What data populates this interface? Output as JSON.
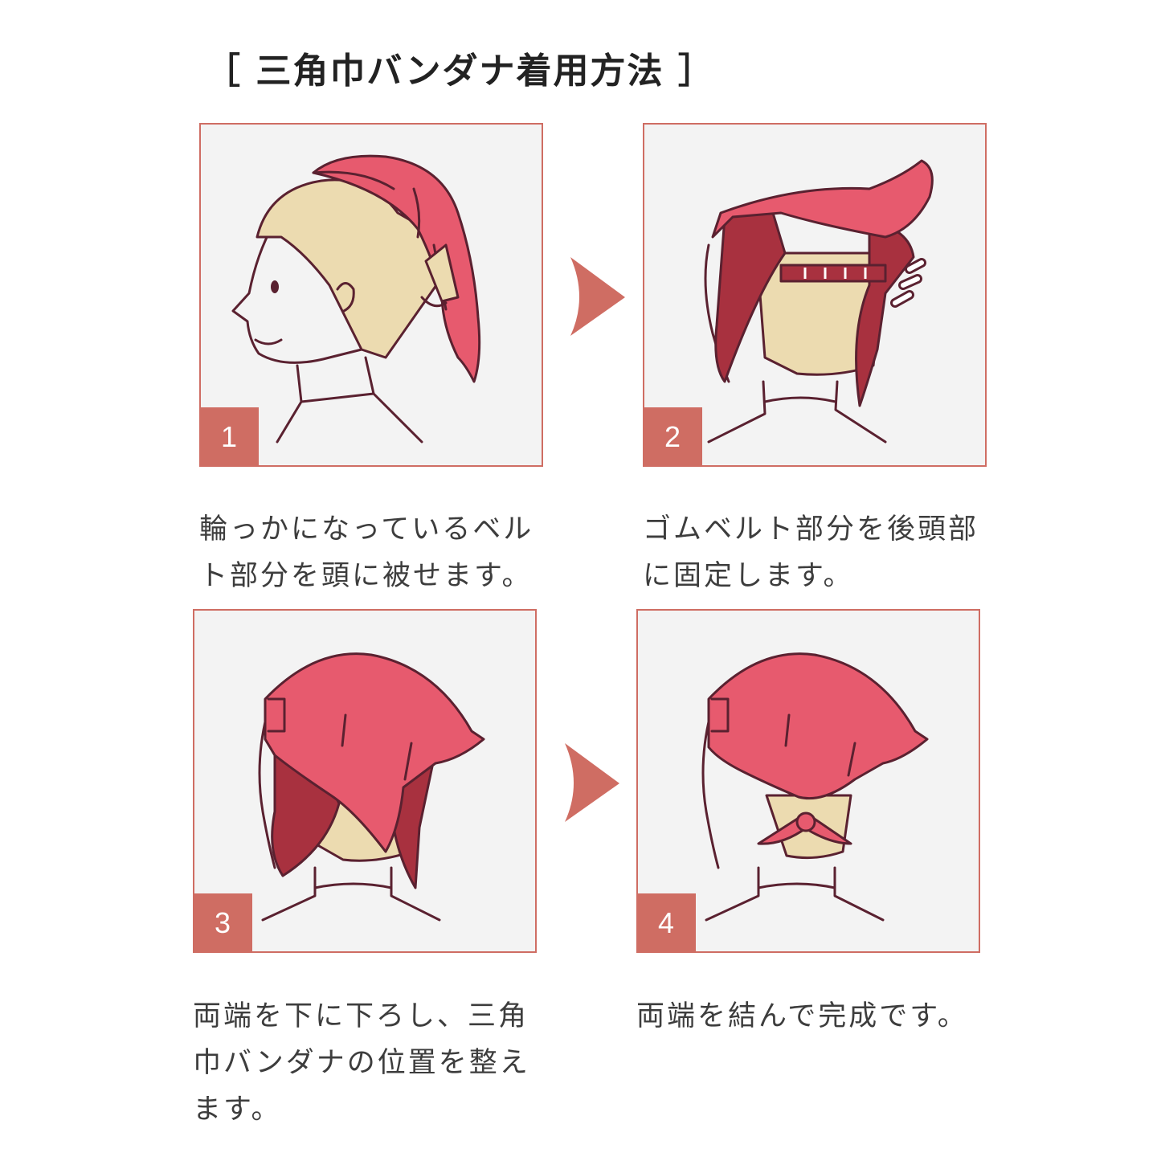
{
  "title": "［ 三角巾バンダナ着用方法 ］",
  "colors": {
    "accent": "#cf6d63",
    "bandana": "#e75a6e",
    "bandana_dark": "#a8313f",
    "hair": "#ecdbb0",
    "outline": "#5a2130",
    "panel_bg": "#f3f3f3"
  },
  "steps": [
    {
      "number": "1",
      "text": "輪っかになっているベル\nト部分を頭に被せます。"
    },
    {
      "number": "2",
      "text": "ゴムベルト部分を後頭部\nに固定します。"
    },
    {
      "number": "3",
      "text": "両端を下に下ろし、三角\n巾バンダナの位置を整え\nます。"
    },
    {
      "number": "4",
      "text": "両端を結んで完成です。"
    }
  ]
}
